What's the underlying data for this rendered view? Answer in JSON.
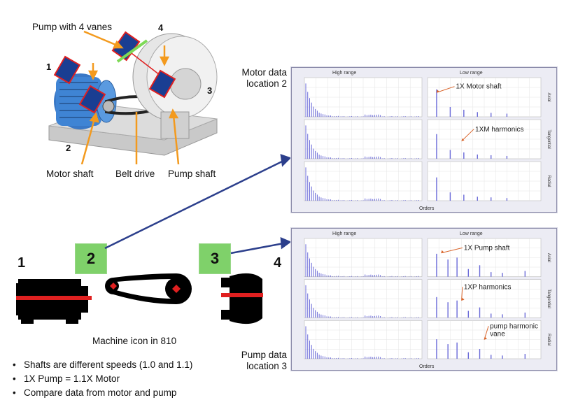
{
  "photo_labels": {
    "pump_with_vanes": "Pump with 4 vanes",
    "motor_shaft": "Motor shaft",
    "belt_drive": "Belt drive",
    "pump_shaft": "Pump shaft"
  },
  "location_numbers": [
    "1",
    "2",
    "3",
    "4"
  ],
  "panel_titles": {
    "motor": "Motor data\nlocation 2",
    "pump": "Pump data\nlocation 3"
  },
  "spectrum_headers": {
    "high": "High range",
    "low": "Low range",
    "x_axis": "Orders",
    "rows": [
      "Axial",
      "Tangential",
      "Radial"
    ]
  },
  "annotations": {
    "motor_1x": "1X Motor shaft",
    "motor_harm": "1XM harmonics",
    "pump_1x": "1X Pump shaft",
    "pump_harm": "1XP harmonics",
    "pump_vane": "pump harmonic\nvane"
  },
  "icon_caption": "Machine icon in 810",
  "bullets": [
    "Shafts are different speeds (1.0 and 1.1)",
    "1X Pump = 1.1X Motor",
    "Compare data from motor and pump"
  ],
  "colors": {
    "green_box": "#7fd16a",
    "arrow_orange": "#f39a1e",
    "arrow_navy": "#2c3f8c",
    "sensor_red": "#e02020",
    "spectrum_bar": "#6a6ad8"
  }
}
